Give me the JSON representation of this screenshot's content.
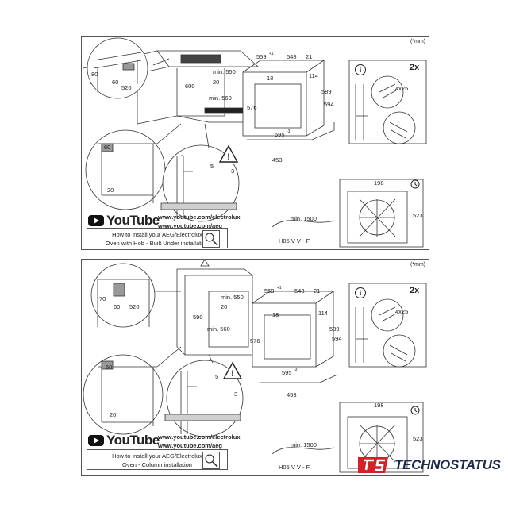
{
  "units_note": "(*mm)",
  "youtube": {
    "wordmark": "YouTube",
    "link_1": "www.youtube.com/electrolux",
    "link_2": "www.youtube.com/aeg"
  },
  "top": {
    "caption_line1": "How to install your AEG/Electrolux",
    "caption_line2": "Oven with Hob - Built Under installation",
    "dims": {
      "d80": "80",
      "d60": "60",
      "d520": "520",
      "d600": "600",
      "d550": "min. 550",
      "d20": "20",
      "d560": "min. 560",
      "d559": "559",
      "d559sup": "+1",
      "d548": "548",
      "d21": "21",
      "d18": "18",
      "d114": "114",
      "d589": "589",
      "d594": "594",
      "d576": "576",
      "d595": "595",
      "d595sup": "-3",
      "d453": "453",
      "d5": "5",
      "d3": "3",
      "c60": "60",
      "c20": "20",
      "r198": "198",
      "r523": "523",
      "cable_min": "min. 1500",
      "cable": "H05 V V - F",
      "screws": "4x25",
      "twox": "2x"
    }
  },
  "bottom": {
    "caption_line1": "How to install your AEG/Electrolux",
    "caption_line2": "Oven - Column installation",
    "dims": {
      "d70": "70",
      "d60": "60",
      "d520": "520",
      "d590": "590",
      "d550": "min. 550",
      "d20": "20",
      "d560": "min. 560",
      "d559": "559",
      "d559sup": "+1",
      "d548": "548",
      "d21": "21",
      "d18": "18",
      "d114": "114",
      "d589": "589",
      "d594": "594",
      "d576": "576",
      "d595": "595",
      "d595sup": "-3",
      "d453": "453",
      "d5": "5",
      "d3": "3",
      "c60": "60",
      "c20": "20",
      "r198": "198",
      "r523": "523",
      "cable_min": "min. 1500",
      "cable": "H05 V V - F",
      "screws": "4x25",
      "twox": "2x"
    }
  },
  "brand": {
    "name": "TECHNOSTATUS",
    "color": "#d42127",
    "text_color": "#1e2a4a"
  },
  "icons": [
    "youtube-icon",
    "magnifier-icon",
    "warning-icon",
    "info-icon",
    "clock-icon",
    "upload-arrow-icon"
  ]
}
